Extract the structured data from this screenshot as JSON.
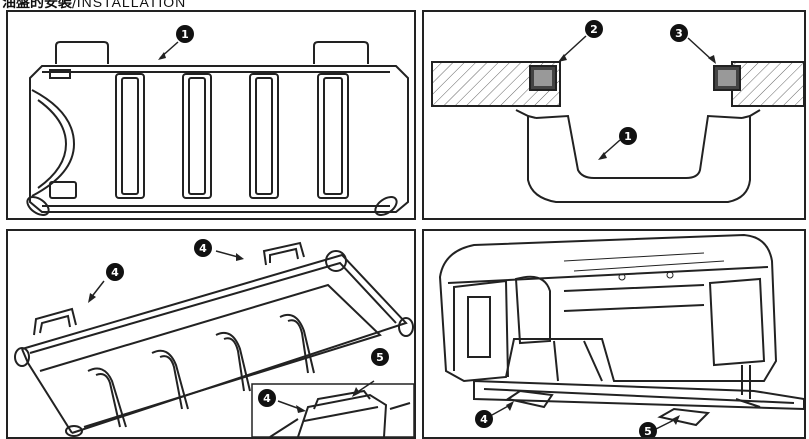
{
  "header": {
    "title_cn": "油盤的安裝",
    "title_sep": "/",
    "title_en": "INSTALLATION"
  },
  "panels": [
    {
      "id": "oil-pan-top-view",
      "callouts": [
        "1"
      ]
    },
    {
      "id": "oil-pan-section-view",
      "callouts": [
        "2",
        "3",
        "1"
      ]
    },
    {
      "id": "oil-pan-perspective-view",
      "callouts": [
        "4",
        "4",
        "4",
        "5"
      ]
    },
    {
      "id": "machine-head-on-pan",
      "callouts": [
        "4",
        "5"
      ]
    }
  ],
  "colors": {
    "ink": "#222222",
    "hatch": "#666666",
    "badge": "#111111",
    "paper": "#ffffff"
  }
}
